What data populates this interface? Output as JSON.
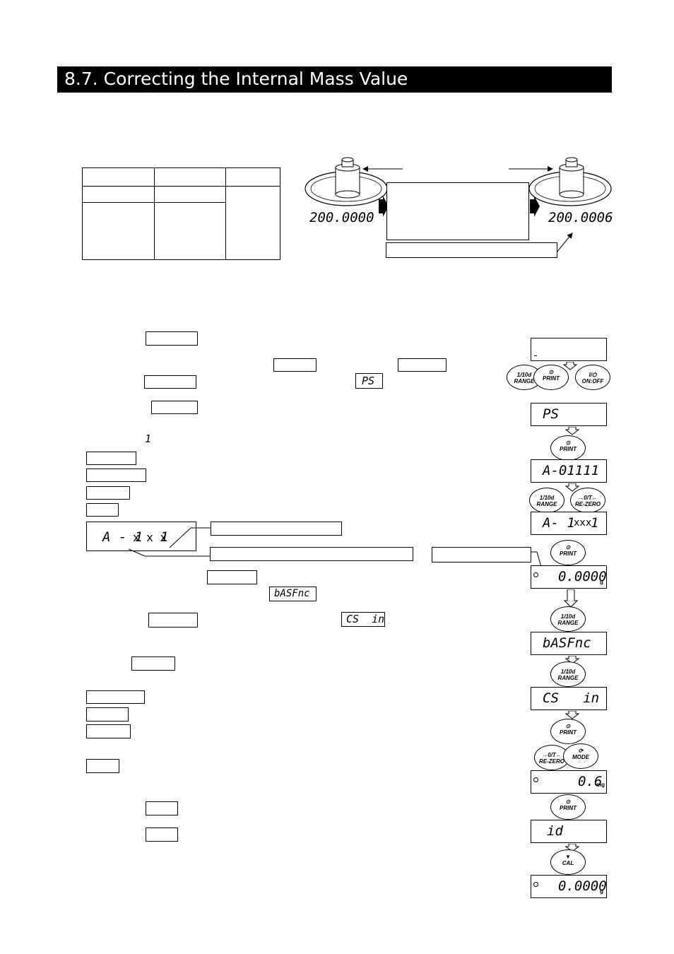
{
  "title": "8.7.  Correcting the Internal Mass Value",
  "illustration": {
    "left_reading": "200.0000",
    "right_reading": "200.0006"
  },
  "text_displays": {
    "ps": "PS",
    "a_digit": "1",
    "a_setting_prefix": "A - 1",
    "a_setting_x": "x x x",
    "a_setting_suffix": "1",
    "basfnc": "bASFnc",
    "cs_in": "CS  in"
  },
  "lcd_panel": {
    "ps": "PS",
    "a_code": "A-01111",
    "a_edit_prefix": "A- 1",
    "a_edit_x": "xxx",
    "a_edit_suffix": "1",
    "zero_reading": "0.0000",
    "unit_g": "g",
    "basfnc": "bASFnc",
    "cs_in": "CS   in",
    "corr_value": "0.6",
    "unit_mg": "mg",
    "id": "id",
    "final_reading": "0.0000"
  },
  "keys": {
    "range": {
      "top": "1/10d",
      "bottom": "RANGE"
    },
    "print": {
      "bottom": "PRINT"
    },
    "onoff": {
      "bottom": "ON:OFF"
    },
    "rezero": {
      "top": "→0/T←",
      "bottom": "RE-ZERO"
    },
    "mode": {
      "bottom": "MODE"
    },
    "cal": {
      "bottom": "CAL"
    }
  },
  "colors": {
    "title_bg": "#000000",
    "title_fg": "#ffffff"
  }
}
